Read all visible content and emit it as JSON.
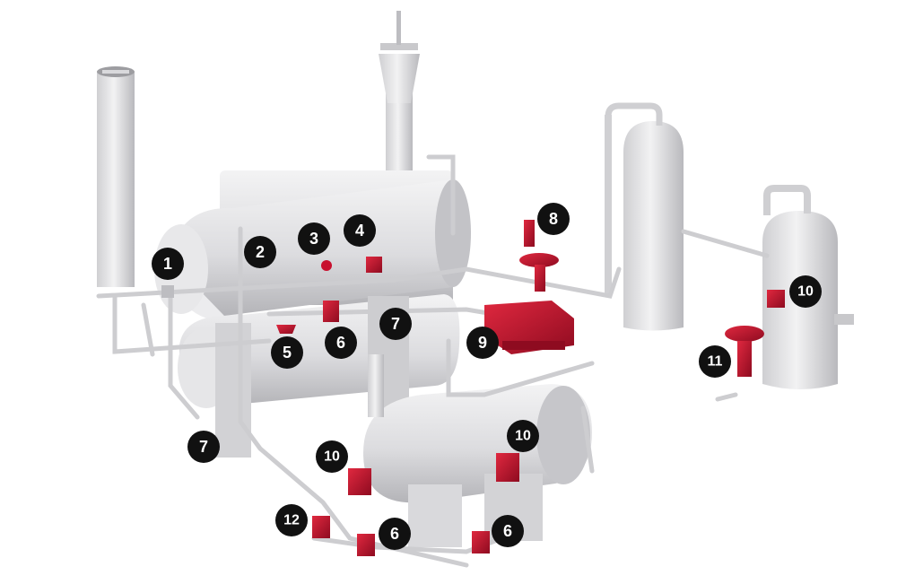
{
  "colors": {
    "equipment_light": "#e4e4e6",
    "equipment_mid": "#c9c9cc",
    "equipment_dark": "#a9a9ad",
    "pipe": "#cfcfd2",
    "valve_red": "#c8102e",
    "valve_dark_red": "#8e0b20",
    "callout_fill": "#111111",
    "callout_text": "#ffffff"
  },
  "callouts": [
    {
      "label": "1"
    },
    {
      "label": "2"
    },
    {
      "label": "3"
    },
    {
      "label": "4"
    },
    {
      "label": "5"
    },
    {
      "label": "6"
    },
    {
      "label": "7"
    },
    {
      "label": "8"
    },
    {
      "label": "9"
    },
    {
      "label": "10"
    },
    {
      "label": "11"
    },
    {
      "label": "7"
    },
    {
      "label": "10"
    },
    {
      "label": "10"
    },
    {
      "label": "12"
    },
    {
      "label": "6"
    },
    {
      "label": "6"
    }
  ]
}
